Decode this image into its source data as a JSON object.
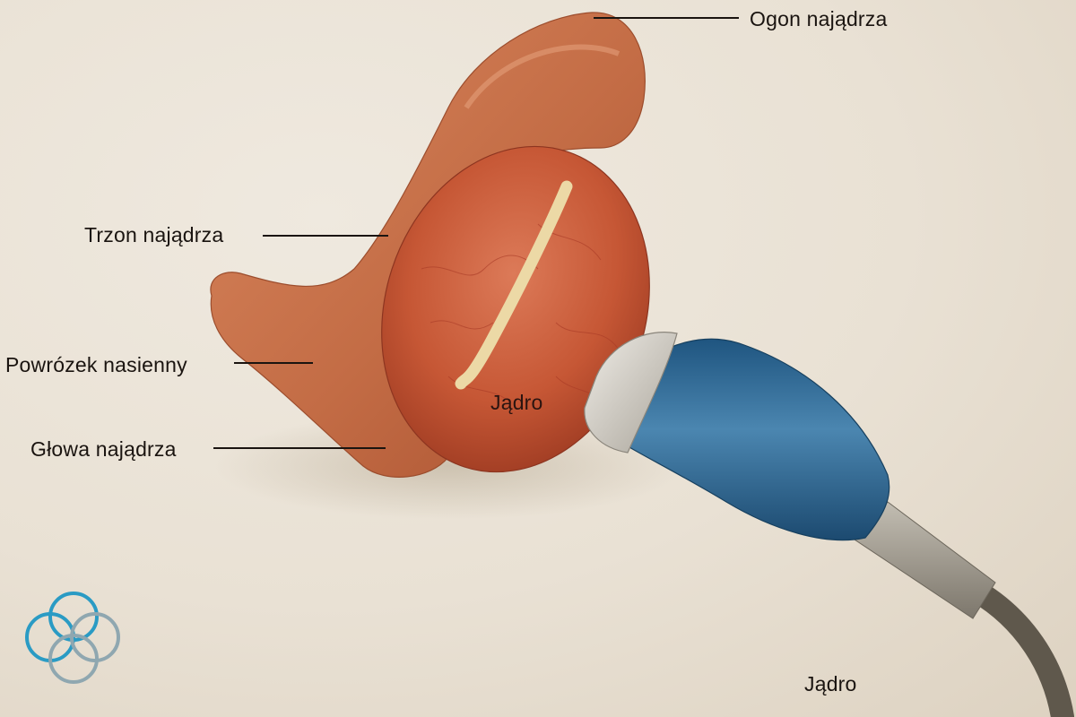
{
  "diagram": {
    "type": "anatomical-illustration",
    "subject": "testis with epididymis and ultrasound probe",
    "labels": {
      "tail": "Ogon najądrza",
      "body": "Trzon najądrza",
      "cord": "Powrózek nasienny",
      "head": "Głowa najądrza",
      "testis": "Jądro",
      "caption": "Jądro"
    },
    "logo": {
      "icon": "interlocking-rings-logo",
      "colors": [
        "#2a9bc4",
        "#8fa7b0"
      ]
    },
    "colors": {
      "background": "#ebe4d8",
      "testis": "#c9593a",
      "epididymis": "#c8704a",
      "probe_body": "#2d6a95",
      "probe_cap": "#dcd8d0",
      "cable": "#6b6355",
      "raphe_line": "#ecd9a6"
    }
  }
}
